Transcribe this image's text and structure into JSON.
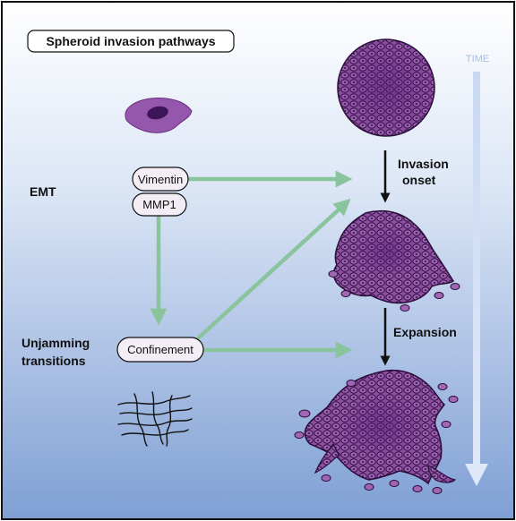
{
  "title": "Spheroid invasion pathways",
  "time_label": "TIME",
  "left_labels": {
    "emt": "EMT",
    "unjamming_line1": "Unjamming",
    "unjamming_line2": "transitions"
  },
  "pills": {
    "vimentin": "Vimentin",
    "mmp1": "MMP1",
    "confinement": "Confinement"
  },
  "stages": {
    "invasion_line1": "Invasion",
    "invasion_line2": "onset",
    "expansion": "Expansion"
  },
  "icons": {
    "cell": "mesenchymal-cell-icon",
    "matrix": "collagen-fiber-matrix-icon"
  },
  "colors": {
    "background_top": "#ffffff",
    "background_bottom": "#7f9fd4",
    "arrow_green": "#8ac49c",
    "arrow_black": "#111111",
    "cell_fill": "#8e4fa3",
    "cell_nucleus": "#3d1458",
    "pill_fill": "#f3edf6",
    "time_arrow": "#c6d6f0"
  }
}
